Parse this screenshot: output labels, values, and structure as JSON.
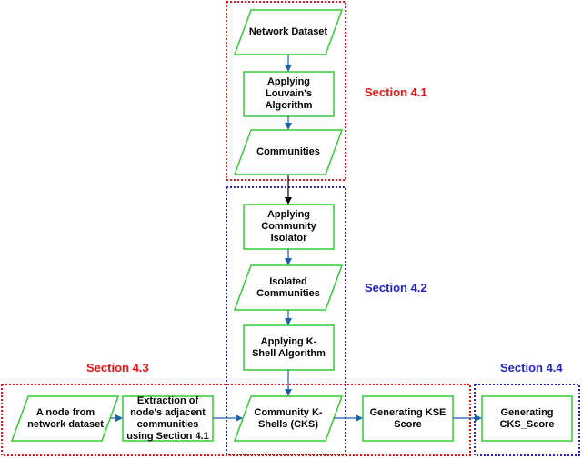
{
  "nodes": {
    "network_dataset": "Network Dataset",
    "applying_louvain": "Applying Louvain's Algorithm",
    "communities": "Communities",
    "community_isolator": "Applying Community Isolator",
    "isolated_communities": "Isolated Communities",
    "applying_kshell": "Applying K-Shell Algorithm",
    "node_from_dataset": "A node from network dataset",
    "extraction_adjacent": "Extraction of node's adjacent communities using Section 4.1",
    "community_kshells": "Community K-Shells (CKS)",
    "generating_kse": "Generating KSE Score",
    "generating_cks": "Generating CKS_Score"
  },
  "sections": {
    "s41": "Section 4.1",
    "s42": "Section 4.2",
    "s43": "Section 4.3",
    "s44": "Section 4.4"
  },
  "colors": {
    "node_border": "#33cc33",
    "arrow": "#1f5fa8",
    "arrow_dark": "#000000",
    "section_red": "#ee1111",
    "section_blue": "#2222cc"
  }
}
